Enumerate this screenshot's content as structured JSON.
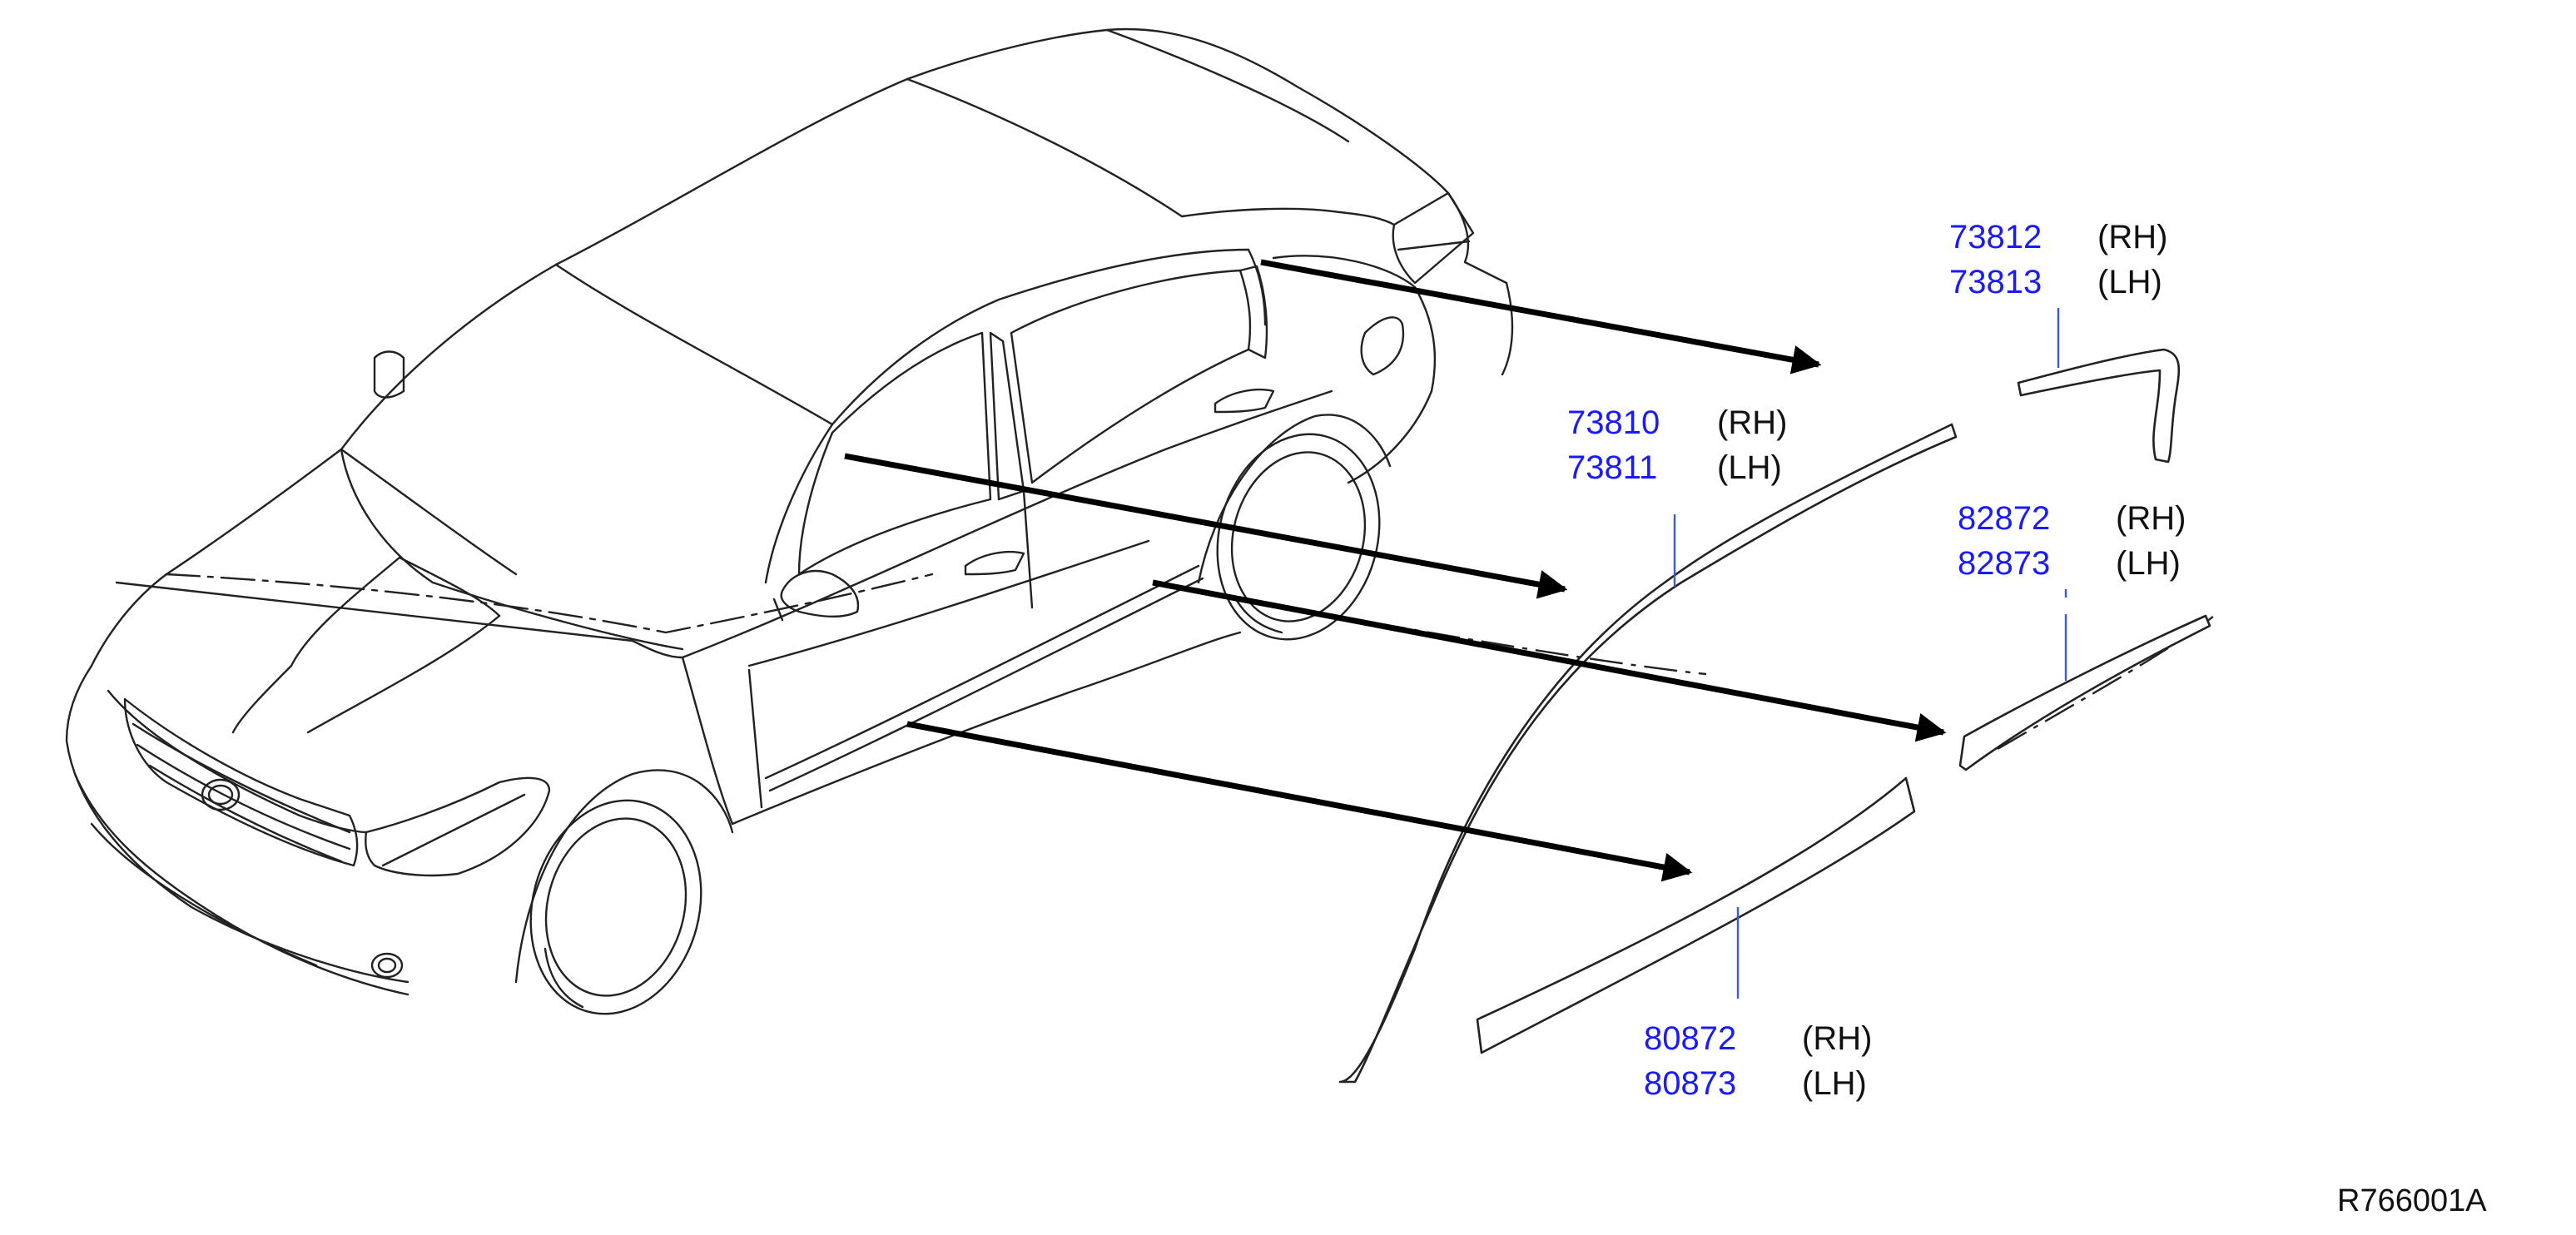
{
  "diagram": {
    "reference_code": "R766001A",
    "parts": [
      {
        "id": "roof-molding-rear",
        "rh_no": "73812",
        "rh_side": "(RH)",
        "lh_no": "73813",
        "lh_side": "(LH)"
      },
      {
        "id": "roof-molding-front",
        "rh_no": "73810",
        "rh_side": "(RH)",
        "lh_no": "73811",
        "lh_side": "(LH)"
      },
      {
        "id": "door-molding-rear",
        "rh_no": "82872",
        "rh_side": "(RH)",
        "lh_no": "82873",
        "lh_side": "(LH)"
      },
      {
        "id": "door-molding-front",
        "rh_no": "80872",
        "rh_side": "(RH)",
        "lh_no": "80873",
        "lh_side": "(LH)"
      }
    ],
    "colors": {
      "part_number": "#1a1aff",
      "line": "#222222",
      "leader": "#3b5bd6"
    }
  }
}
